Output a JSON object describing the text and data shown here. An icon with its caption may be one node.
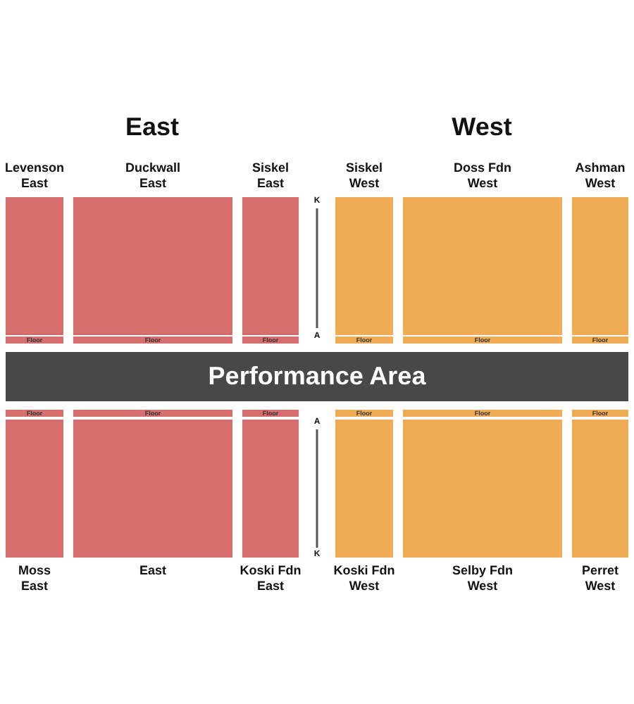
{
  "diagram": {
    "nodes": [
      {
        "text": [
          "Levenson East"
        ]
      },
      {
        "text": [
          "Floor"
        ]
      },
      {
        "text": [
          "Duckwall East"
        ]
      },
      {
        "text": [
          "Floor"
        ]
      },
      {
        "text": [
          "Siskel East"
        ]
      },
      {
        "text": [
          "Floor"
        ]
      },
      {
        "text": [
          "Siskel West"
        ]
      },
      {
        "text": [
          "Floor"
        ]
      },
      {
        "text": [
          "Doss Fdn West"
        ]
      },
      {
        "text": [
          "Floor"
        ]
      },
      {
        "text": [
          "Ashman West"
        ]
      },
      {
        "text": [
          "Floor"
        ]
      },
      {
        "text": [
          "Performance Area"
        ]
      },
      {
        "text": [
          "Floor"
        ]
      },
      {
        "text": [
          "Moss East"
        ]
      },
      {
        "text": [
          "Floor"
        ]
      },
      {
        "text": [
          "East"
        ]
      },
      {
        "text": [
          "Floor"
        ]
      },
      {
        "text": [
          "Koski Fdn East"
        ]
      },
      {
        "text": [
          "Floor"
        ]
      },
      {
        "text": [
          "Koski Fdn West"
        ]
      },
      {
        "text": [
          "Floor"
        ]
      },
      {
        "text": [
          "Selby Fdn West"
        ]
      },
      {
        "text": [
          "Floor"
        ]
      },
      {
        "text": [
          "Perret West"
        ]
      }
    ],
    "labels": [
      "East",
      "West",
      "K",
      "A",
      "A",
      "K"
    ]
  }
}
